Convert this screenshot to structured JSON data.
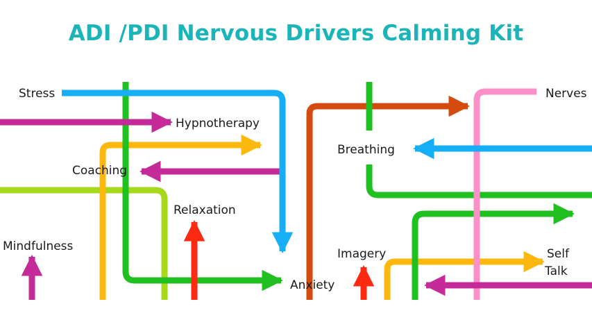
{
  "title": "ADI /PDI Nervous Drivers Calming Kit",
  "labels": {
    "stress": "Stress",
    "hypnotherapy": "Hypnotherapy",
    "coaching": "Coaching",
    "relaxation": "Relaxation",
    "mindfulness": "Mindfulness",
    "anxiety": "Anxiety",
    "breathing": "Breathing",
    "imagery": "Imagery",
    "self": "Self",
    "talk": "Talk",
    "nerves": "Nerves"
  },
  "colors": {
    "title": "#1bb5b9",
    "blue": "#16aef5",
    "magenta": "#c42b99",
    "green": "#1fc01f",
    "yellow_green": "#a6d81b",
    "orange": "#fcb80f",
    "red": "#fb2a10",
    "burnt_orange": "#d44b0f",
    "pink": "#fb90c8"
  }
}
